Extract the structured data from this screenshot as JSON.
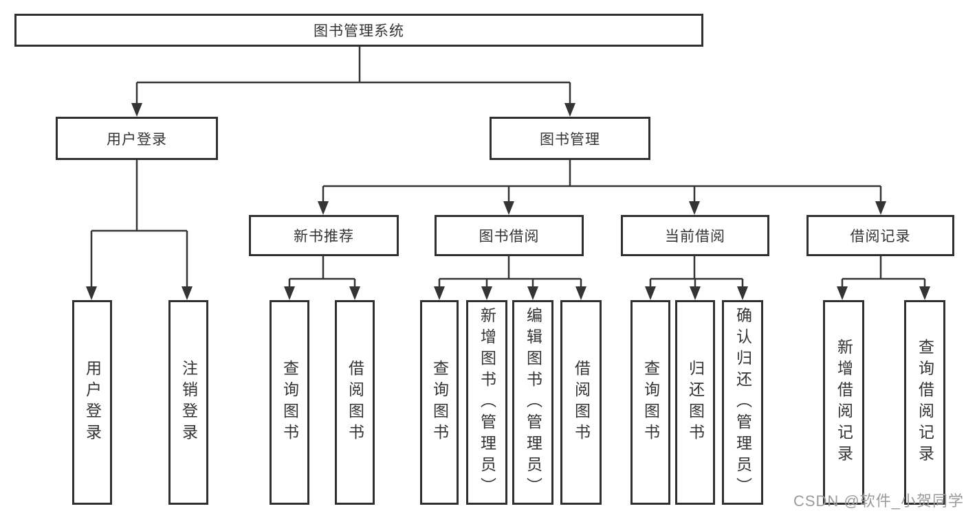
{
  "colors": {
    "background": "#ffffff",
    "box_border": "#2f2f2f",
    "line": "#343434",
    "text": "#333333",
    "watermark": "#9b9b9b"
  },
  "diagram": {
    "root": {
      "label": "图书管理系统"
    },
    "level2": [
      {
        "label": "用户登录"
      },
      {
        "label": "图书管理"
      }
    ],
    "level3": [
      {
        "label": "新书推荐"
      },
      {
        "label": "图书借阅"
      },
      {
        "label": "当前借阅"
      },
      {
        "label": "借阅记录"
      }
    ],
    "leaves": {
      "user_login": [
        {
          "label": "用户登录"
        },
        {
          "label": "注销登录"
        }
      ],
      "new_book_recommendation": [
        {
          "label": "查询图书"
        },
        {
          "label": "借阅图书"
        }
      ],
      "book_borrowing": [
        {
          "label": "查询图书"
        },
        {
          "label": "新增图书（管理员）"
        },
        {
          "label": "编辑图书（管理员）"
        },
        {
          "label": "借阅图书"
        }
      ],
      "current_borrowing": [
        {
          "label": "查询图书"
        },
        {
          "label": "归还图书"
        },
        {
          "label": "确认归还（管理员）"
        }
      ],
      "borrowing_records": [
        {
          "label": "新增借阅记录"
        },
        {
          "label": "查询借阅记录"
        }
      ]
    }
  },
  "watermark": {
    "text": "CSDN @软件_小贺同学"
  }
}
